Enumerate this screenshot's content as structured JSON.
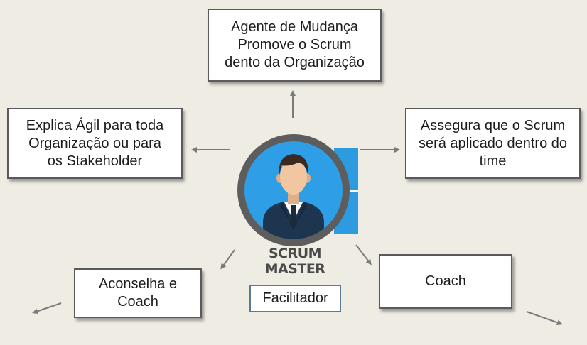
{
  "nodes": {
    "top": "Agente de Mudança\nPromove o Scrum\ndento da Organização",
    "left": "Explica Ágil para toda\nOrganização ou para\nos Stakeholder",
    "right": "Assegura que o Scrum\nserá aplicado dentro do\ntime",
    "bottom_left": "Aconselha e\nCoach",
    "bottom_right": "Coach"
  },
  "center": {
    "line1": "SCRUM",
    "line2": "MASTER",
    "role": "Facilitador",
    "icon": "person-avatar-icon"
  },
  "colors": {
    "background": "#efece4",
    "avatar_blue": "#2e9ee6",
    "ring": "#5d5d5d",
    "arrow": "#7a7a7a"
  }
}
